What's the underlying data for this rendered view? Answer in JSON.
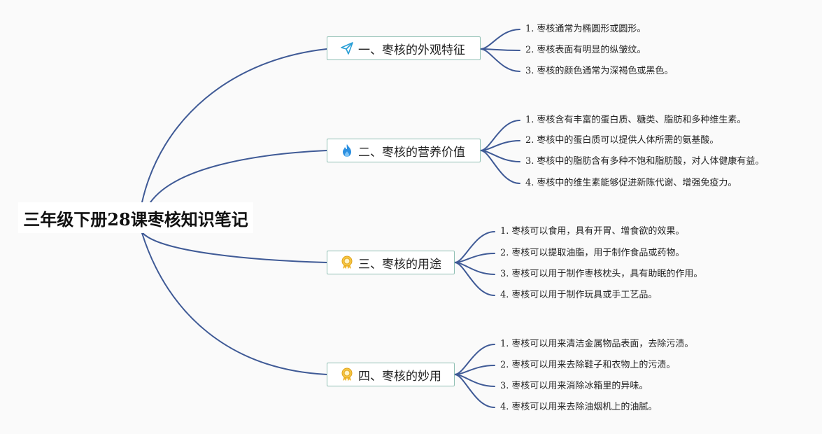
{
  "root": {
    "title": "三年级下册28课枣核知识笔记"
  },
  "branches": [
    {
      "label": "一、枣核的外观特征",
      "icon": "paper-plane-icon",
      "items": [
        {
          "num": "1.",
          "text": "枣核通常为椭圆形或圆形。"
        },
        {
          "num": "2.",
          "text": "枣核表面有明显的纵皱纹。"
        },
        {
          "num": "3.",
          "text": "枣核的颜色通常为深褐色或黑色。"
        }
      ]
    },
    {
      "label": "二、枣核的营养价值",
      "icon": "flame-icon",
      "items": [
        {
          "num": "1.",
          "text": "枣核含有丰富的蛋白质、糖类、脂肪和多种维生素。"
        },
        {
          "num": "2.",
          "text": "枣核中的蛋白质可以提供人体所需的氨基酸。"
        },
        {
          "num": "3.",
          "text": "枣核中的脂肪含有多种不饱和脂肪酸，对人体健康有益。"
        },
        {
          "num": "4.",
          "text": "枣核中的维生素能够促进新陈代谢、增强免疫力。"
        }
      ]
    },
    {
      "label": "三、枣核的用途",
      "icon": "award-ribbon-icon",
      "items": [
        {
          "num": "1.",
          "text": "枣核可以食用，具有开胃、增食欲的效果。"
        },
        {
          "num": "2.",
          "text": "枣核可以提取油脂，用于制作食品或药物。"
        },
        {
          "num": "3.",
          "text": "枣核可以用于制作枣核枕头，具有助眠的作用。"
        },
        {
          "num": "4.",
          "text": "枣核可以用于制作玩具或手工艺品。"
        }
      ]
    },
    {
      "label": "四、枣核的妙用",
      "icon": "award-ribbon-icon",
      "items": [
        {
          "num": "1.",
          "text": "枣核可以用来清洁金属物品表面，去除污渍。"
        },
        {
          "num": "2.",
          "text": "枣核可以用来去除鞋子和衣物上的污渍。"
        },
        {
          "num": "3.",
          "text": "枣核可以用来消除冰箱里的异味。"
        },
        {
          "num": "4.",
          "text": "枣核可以用来去除油烟机上的油腻。"
        }
      ]
    }
  ],
  "colors": {
    "line": "#3f5a96",
    "branch_border": "#8fbfb3"
  }
}
